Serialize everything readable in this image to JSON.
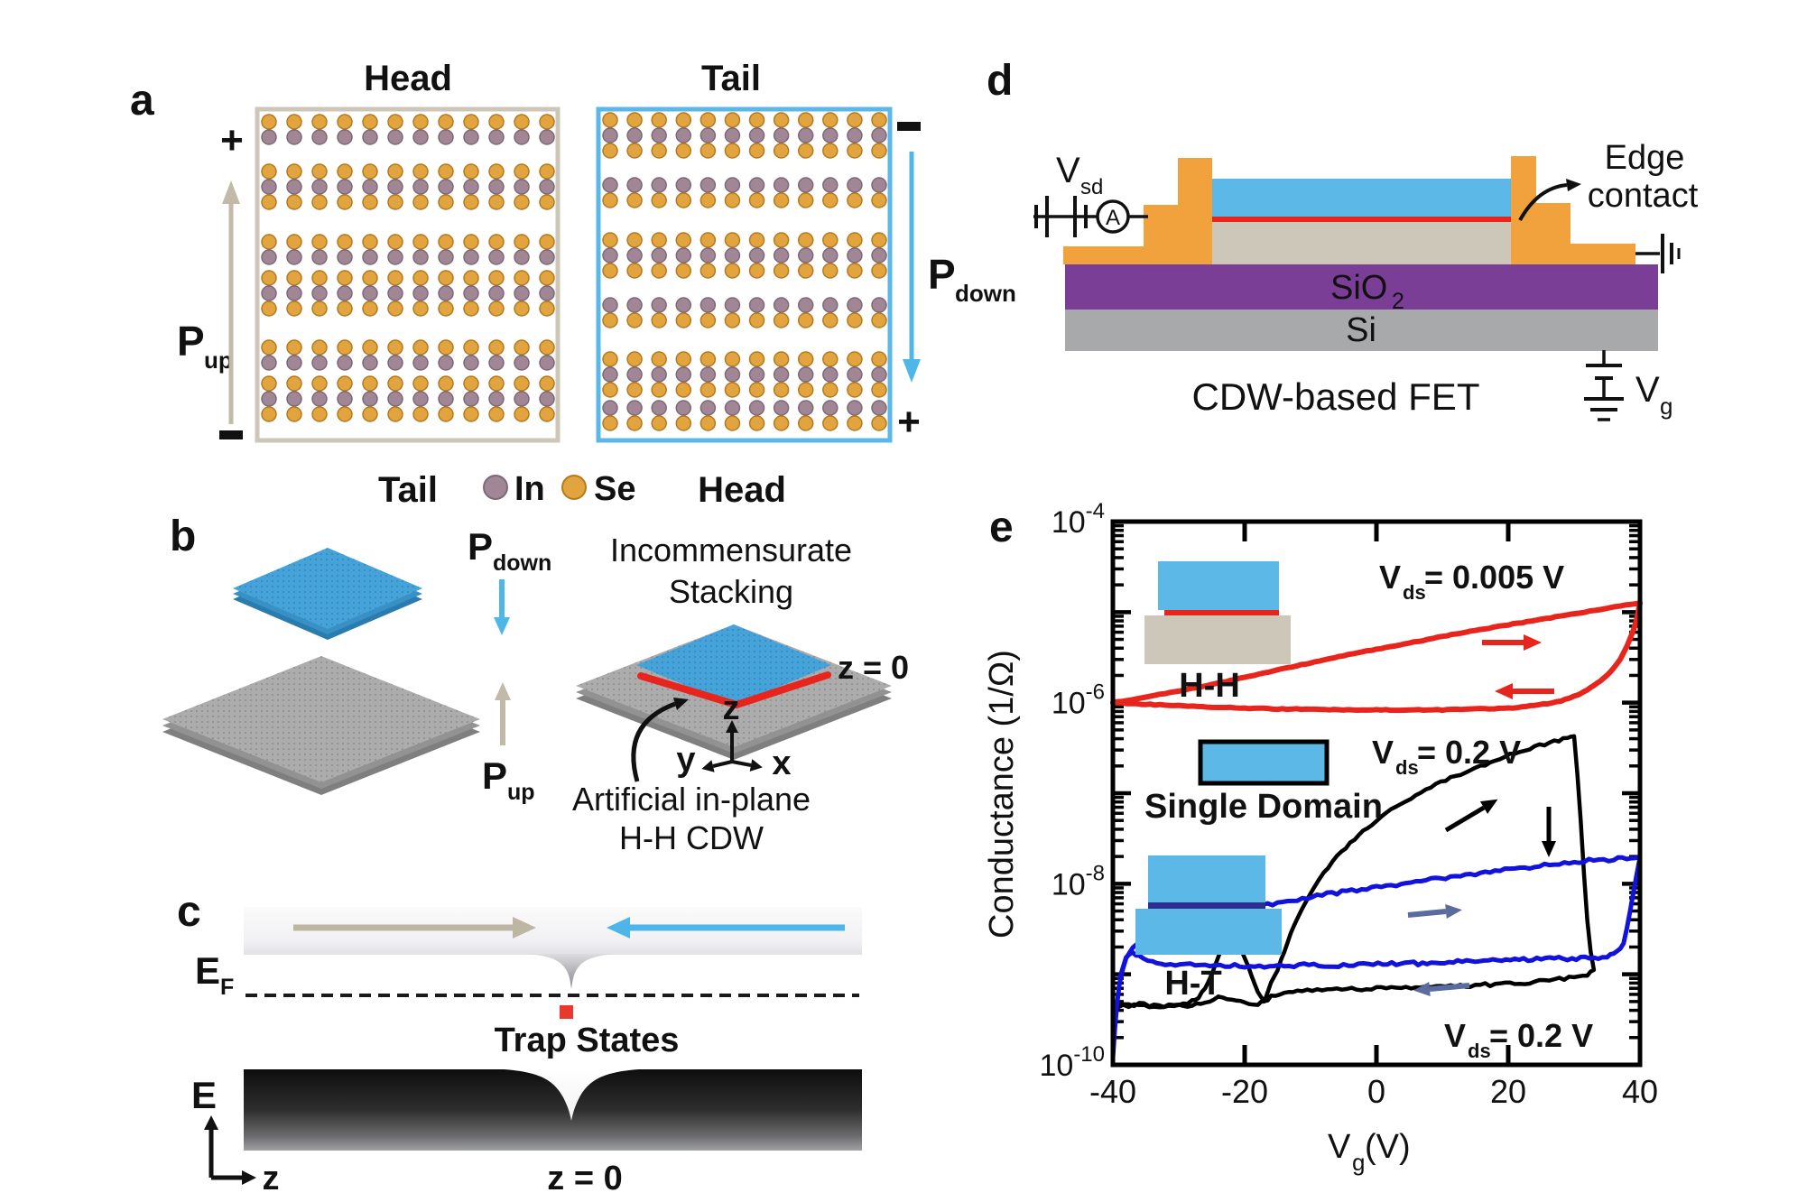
{
  "colors": {
    "se_orange": "#E2A43E",
    "se_stroke": "#B5791F",
    "in_purple": "#A18795",
    "in_stroke": "#7E6877",
    "box_tan": "#CDC7B9",
    "box_blue": "#5BB7E8",
    "p_gray": "#C2BAA8",
    "p_blue": "#4FB6E8",
    "flake_blue": "#45A3DA",
    "flake_gray": "#ACACAC",
    "red": "#E8251D",
    "trap_red": "#E8392E",
    "contact_orange": "#F2A23D",
    "sio2_purple": "#7B3E97",
    "si_gray": "#A7A9AB",
    "inse_beige": "#CCC7B8",
    "device_blue": "#5CB8E6",
    "curve_red": "#E8251D",
    "curve_black": "#000000",
    "curve_blue": "#1212DD",
    "navy": "#2B2F8F",
    "slate": "#5A6B9E",
    "ink": "#1A1A1A",
    "band_arrow_gray": "#BEB5A3",
    "band_arrow_blue": "#4DB5E8"
  },
  "panel_a": {
    "label": "a",
    "top_titles": {
      "left": "Head",
      "right": "Tail"
    },
    "bottom_titles": {
      "left": "Tail",
      "right": "Head"
    },
    "signs": {
      "left_top": "+",
      "right_bottom": "+"
    },
    "p_up": {
      "main": "P",
      "sub": "up"
    },
    "p_down": {
      "main": "P",
      "sub": "down"
    },
    "legend": {
      "in": "In",
      "se": "Se"
    },
    "lattice": {
      "cols": 12,
      "row_spacing": 17,
      "head_groups": [
        [
          "Se",
          "In"
        ],
        [
          "Se",
          "In",
          "Se"
        ],
        [
          "Se",
          "In"
        ],
        [
          "Se",
          "In",
          "Se"
        ],
        [
          "Se",
          "In"
        ],
        [
          "Se",
          "In",
          "Se"
        ]
      ],
      "head_group_tops": [
        135,
        190,
        268,
        308,
        385,
        425
      ],
      "tail_groups": [
        [
          "Se",
          "In",
          "Se"
        ],
        [
          "In",
          "Se"
        ],
        [
          "Se",
          "In",
          "Se"
        ],
        [
          "In",
          "Se"
        ],
        [
          "Se",
          "In",
          "Se"
        ],
        [
          "In",
          "Se"
        ]
      ],
      "tail_group_tops": [
        133,
        205,
        266,
        338,
        398,
        452
      ]
    }
  },
  "panel_b": {
    "label": "b",
    "p_down": {
      "main": "P",
      "sub": "down"
    },
    "p_up": {
      "main": "P",
      "sub": "up"
    },
    "stack_title": [
      "Incommensurate",
      "Stacking"
    ],
    "z0": "z = 0",
    "axes": {
      "x": "x",
      "y": "y",
      "z": "z"
    },
    "annotation": [
      "Artificial in-plane",
      "H-H CDW"
    ]
  },
  "panel_c": {
    "label": "c",
    "fermi": {
      "main": "E",
      "sub": "F"
    },
    "trap": "Trap States",
    "energy_axis": "E",
    "z_axis": "z",
    "z0": "z = 0"
  },
  "panel_d": {
    "label": "d",
    "vsd": {
      "main": "V",
      "sub": "sd"
    },
    "ammeter": "A",
    "edge_contact": [
      "Edge",
      "contact"
    ],
    "sio2": {
      "main": "SiO",
      "sub": "2"
    },
    "si": "Si",
    "caption": "CDW-based FET",
    "vg": {
      "main": "V",
      "sub": "g"
    }
  },
  "panel_e": {
    "label": "e",
    "hh": "H-H",
    "ht": "H-T",
    "single_domain": "Single Domain",
    "red_label": {
      "main": "V",
      "sub": "ds",
      "rest": " = 0.005 V"
    },
    "black_label": {
      "main": "V",
      "sub": "ds",
      "rest": " = 0.2 V"
    },
    "navy_label": {
      "main": "V",
      "sub": "ds",
      "rest": " = 0.2 V"
    },
    "xlabel": {
      "main": "V",
      "sub": "g",
      "rest": " (V)"
    },
    "ylabel": "Conductance (1/Ω)"
  },
  "chart_data": {
    "type": "line",
    "title": "",
    "xlabel": "Vg (V)",
    "ylabel": "Conductance (1/Ω)",
    "xlim": [
      -40,
      40
    ],
    "ylog_exponent_range": [
      -10,
      -4
    ],
    "grid": false,
    "legend_position": "inline",
    "x_tick_values": [
      -40,
      -20,
      0,
      20,
      40
    ],
    "x_tick_labels": [
      "-40",
      "-20",
      "0",
      "20",
      "40"
    ],
    "x_tick_marks": [
      -20,
      0,
      20
    ],
    "y_tick_exponents": [
      -4,
      -6,
      -8,
      -10
    ],
    "series": [
      {
        "name": "H-H",
        "vds": "0.005 V",
        "color_key": "curve_red",
        "width": 6,
        "noise": 0.5,
        "points": [
          [
            -40,
            -6.0
          ],
          [
            -35,
            -5.94
          ],
          [
            -30,
            -5.87
          ],
          [
            -25,
            -5.8
          ],
          [
            -20,
            -5.72
          ],
          [
            -15,
            -5.64
          ],
          [
            -10,
            -5.56
          ],
          [
            -5,
            -5.48
          ],
          [
            0,
            -5.41
          ],
          [
            5,
            -5.34
          ],
          [
            10,
            -5.27
          ],
          [
            15,
            -5.2
          ],
          [
            20,
            -5.14
          ],
          [
            25,
            -5.08
          ],
          [
            30,
            -5.02
          ],
          [
            34,
            -4.97
          ],
          [
            37,
            -4.93
          ],
          [
            40,
            -4.9
          ],
          [
            39.5,
            -5.08
          ],
          [
            39,
            -5.2
          ],
          [
            38,
            -5.38
          ],
          [
            37,
            -5.52
          ],
          [
            36,
            -5.62
          ],
          [
            35,
            -5.7
          ],
          [
            34,
            -5.76
          ],
          [
            33,
            -5.81
          ],
          [
            32,
            -5.86
          ],
          [
            31,
            -5.9
          ],
          [
            30,
            -5.93
          ],
          [
            28,
            -5.98
          ],
          [
            26,
            -6.01
          ],
          [
            24,
            -6.03
          ],
          [
            22,
            -6.05
          ],
          [
            20,
            -6.06
          ],
          [
            15,
            -6.07
          ],
          [
            10,
            -6.08
          ],
          [
            5,
            -6.08
          ],
          [
            0,
            -6.08
          ],
          [
            -5,
            -6.08
          ],
          [
            -10,
            -6.07
          ],
          [
            -15,
            -6.07
          ],
          [
            -20,
            -6.06
          ],
          [
            -25,
            -6.05
          ],
          [
            -30,
            -6.03
          ],
          [
            -35,
            -6.02
          ],
          [
            -40,
            -6.0
          ]
        ]
      },
      {
        "name": "Single Domain",
        "vds": "0.2 V",
        "color_key": "curve_black",
        "width": 4.5,
        "noise": 2.0,
        "points": [
          [
            -40,
            -9.35
          ],
          [
            -36,
            -9.33
          ],
          [
            -33,
            -9.36
          ],
          [
            -30,
            -9.33
          ],
          [
            -28,
            -9.35
          ],
          [
            -26,
            -9.3
          ],
          [
            -24,
            -9.26
          ],
          [
            -22,
            -9.29
          ],
          [
            -20,
            -9.32
          ],
          [
            -18,
            -9.33
          ],
          [
            -17,
            -9.3
          ],
          [
            -16,
            -9.1
          ],
          [
            -15,
            -8.95
          ],
          [
            -14,
            -8.75
          ],
          [
            -13,
            -8.55
          ],
          [
            -12,
            -8.38
          ],
          [
            -10,
            -8.1
          ],
          [
            -8,
            -7.88
          ],
          [
            -6,
            -7.7
          ],
          [
            -4,
            -7.55
          ],
          [
            -2,
            -7.42
          ],
          [
            0,
            -7.3
          ],
          [
            3,
            -7.15
          ],
          [
            6,
            -7.02
          ],
          [
            9,
            -6.91
          ],
          [
            12,
            -6.81
          ],
          [
            15,
            -6.72
          ],
          [
            18,
            -6.64
          ],
          [
            21,
            -6.56
          ],
          [
            24,
            -6.49
          ],
          [
            27,
            -6.43
          ],
          [
            29,
            -6.39
          ],
          [
            30,
            -6.37
          ],
          [
            30.5,
            -6.8
          ],
          [
            31,
            -7.3
          ],
          [
            31.5,
            -7.9
          ],
          [
            32,
            -8.4
          ],
          [
            32.5,
            -8.75
          ],
          [
            33,
            -8.95
          ],
          [
            32,
            -9.0
          ],
          [
            30,
            -9.03
          ],
          [
            27,
            -9.06
          ],
          [
            24,
            -9.08
          ],
          [
            21,
            -9.1
          ],
          [
            18,
            -9.11
          ],
          [
            15,
            -9.12
          ],
          [
            12,
            -9.12
          ],
          [
            9,
            -9.13
          ],
          [
            6,
            -9.14
          ],
          [
            3,
            -9.14
          ],
          [
            0,
            -9.15
          ],
          [
            -3,
            -9.16
          ],
          [
            -6,
            -9.16
          ],
          [
            -9,
            -9.17
          ],
          [
            -12,
            -9.18
          ],
          [
            -14,
            -9.2
          ],
          [
            -16,
            -9.25
          ],
          [
            -17,
            -9.3
          ],
          [
            -18,
            -9.2
          ],
          [
            -19,
            -9.0
          ],
          [
            -20,
            -8.82
          ],
          [
            -21,
            -8.65
          ],
          [
            -22,
            -8.58
          ],
          [
            -23,
            -8.65
          ],
          [
            -24,
            -8.8
          ],
          [
            -25,
            -9.0
          ],
          [
            -26,
            -9.15
          ],
          [
            -27,
            -9.25
          ],
          [
            -28,
            -9.3
          ],
          [
            -30,
            -9.33
          ],
          [
            -33,
            -9.35
          ],
          [
            -36,
            -9.34
          ],
          [
            -40,
            -9.35
          ]
        ]
      },
      {
        "name": "H-T",
        "vds": "0.2 V",
        "color_key": "curve_blue",
        "width": 5,
        "noise": 2.0,
        "points": [
          [
            -40,
            -9.92
          ],
          [
            -39.7,
            -9.6
          ],
          [
            -39.4,
            -9.35
          ],
          [
            -39,
            -9.1
          ],
          [
            -38.5,
            -8.95
          ],
          [
            -38,
            -8.83
          ],
          [
            -37,
            -8.72
          ],
          [
            -36,
            -8.65
          ],
          [
            -34,
            -8.56
          ],
          [
            -32,
            -8.5
          ],
          [
            -30,
            -8.45
          ],
          [
            -27,
            -8.4
          ],
          [
            -24,
            -8.35
          ],
          [
            -21,
            -8.3
          ],
          [
            -18,
            -8.25
          ],
          [
            -15,
            -8.21
          ],
          [
            -12,
            -8.17
          ],
          [
            -9,
            -8.13
          ],
          [
            -6,
            -8.1
          ],
          [
            -3,
            -8.07
          ],
          [
            0,
            -8.04
          ],
          [
            3,
            -8.01
          ],
          [
            6,
            -7.98
          ],
          [
            9,
            -7.95
          ],
          [
            12,
            -7.92
          ],
          [
            15,
            -7.89
          ],
          [
            18,
            -7.86
          ],
          [
            21,
            -7.83
          ],
          [
            24,
            -7.81
          ],
          [
            27,
            -7.78
          ],
          [
            30,
            -7.76
          ],
          [
            33,
            -7.74
          ],
          [
            36,
            -7.73
          ],
          [
            38,
            -7.72
          ],
          [
            40,
            -7.71
          ],
          [
            39.5,
            -7.9
          ],
          [
            39,
            -8.1
          ],
          [
            38.5,
            -8.3
          ],
          [
            38,
            -8.5
          ],
          [
            37.5,
            -8.65
          ],
          [
            37,
            -8.73
          ],
          [
            36,
            -8.78
          ],
          [
            35,
            -8.8
          ],
          [
            33,
            -8.82
          ],
          [
            31,
            -8.82
          ],
          [
            29,
            -8.83
          ],
          [
            27,
            -8.82
          ],
          [
            25,
            -8.83
          ],
          [
            23,
            -8.84
          ],
          [
            21,
            -8.84
          ],
          [
            19,
            -8.85
          ],
          [
            17,
            -8.85
          ],
          [
            15,
            -8.86
          ],
          [
            13,
            -8.86
          ],
          [
            11,
            -8.87
          ],
          [
            9,
            -8.87
          ],
          [
            7,
            -8.88
          ],
          [
            5,
            -8.88
          ],
          [
            3,
            -8.88
          ],
          [
            1,
            -8.89
          ],
          [
            -2,
            -8.89
          ],
          [
            -5,
            -8.9
          ],
          [
            -8,
            -8.9
          ],
          [
            -11,
            -8.9
          ],
          [
            -14,
            -8.9
          ],
          [
            -17,
            -8.91
          ],
          [
            -20,
            -8.91
          ],
          [
            -23,
            -8.9
          ],
          [
            -26,
            -8.9
          ],
          [
            -29,
            -8.89
          ],
          [
            -32,
            -8.88
          ],
          [
            -34,
            -8.86
          ],
          [
            -36,
            -8.8
          ],
          [
            -37,
            -8.76
          ],
          [
            -38,
            -8.82
          ],
          [
            -38.6,
            -8.95
          ],
          [
            -39,
            -9.05
          ]
        ]
      }
    ]
  }
}
